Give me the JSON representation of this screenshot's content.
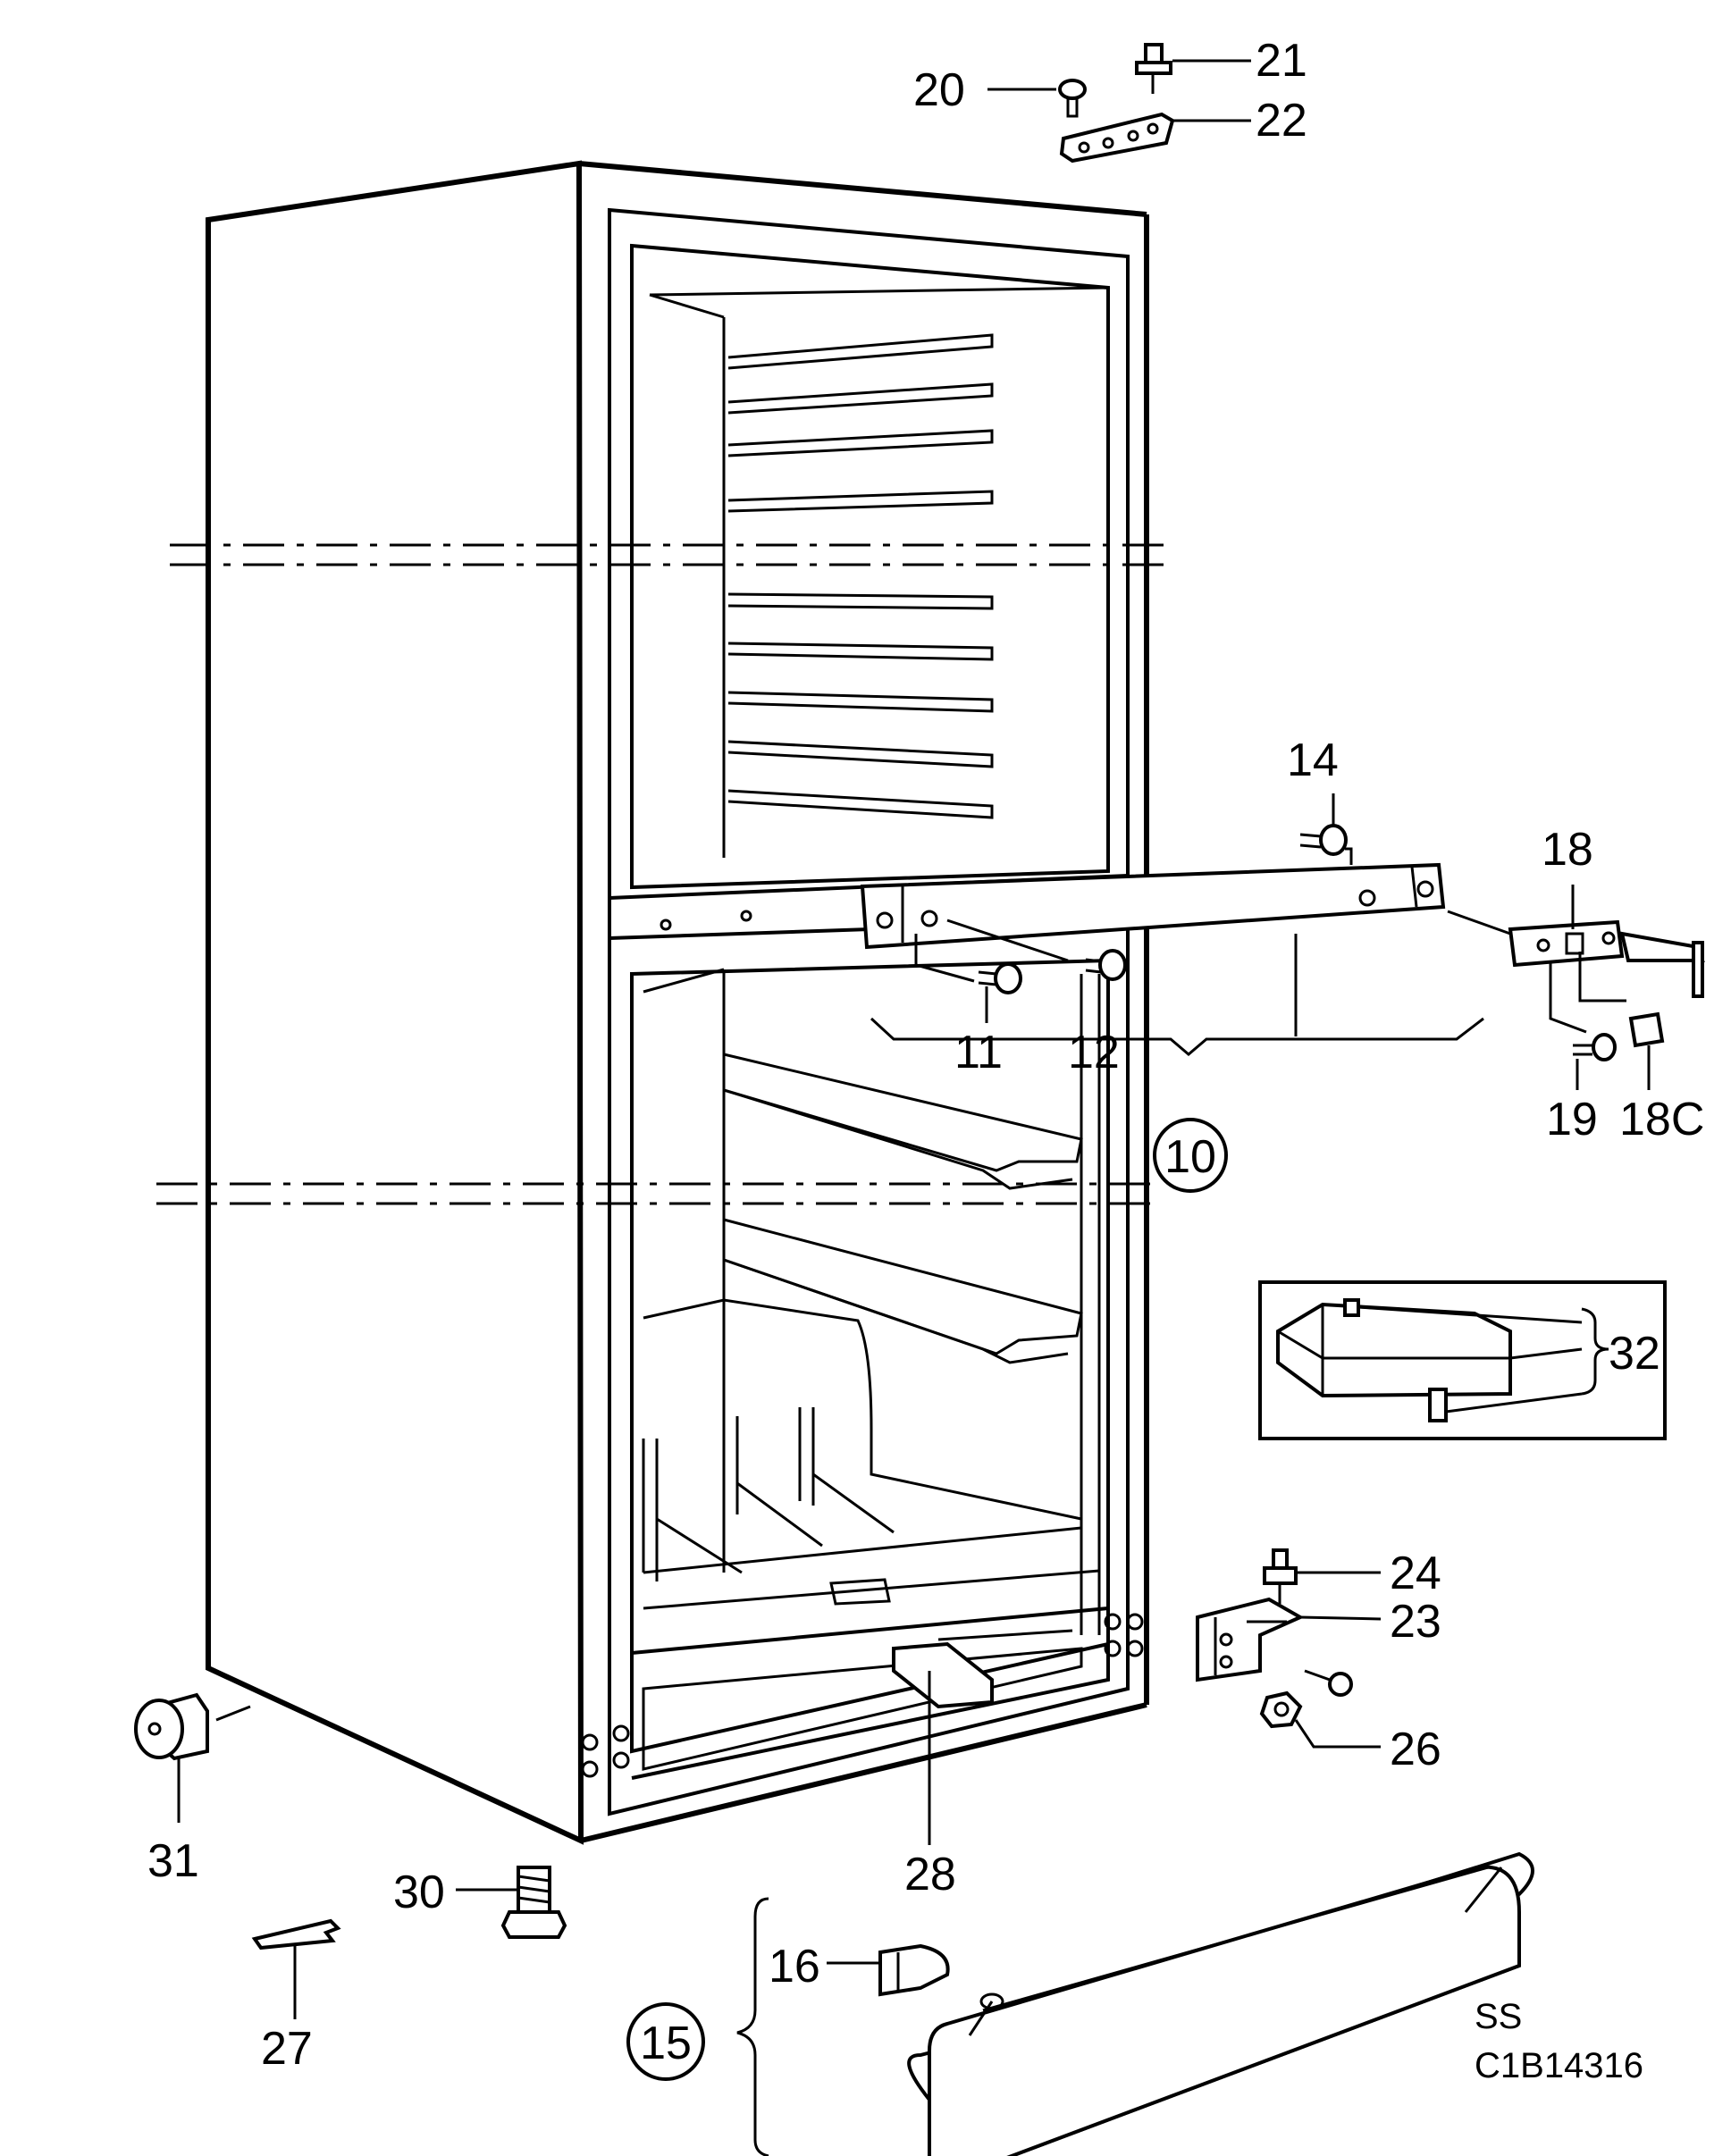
{
  "callouts": {
    "c10": "10",
    "c11": "11",
    "c12": "12",
    "c14": "14",
    "c15": "15",
    "c16": "16",
    "c18": "18",
    "c18C": "18C",
    "c19": "19",
    "c20": "20",
    "c21": "21",
    "c22": "22",
    "c23": "23",
    "c24": "24",
    "c26": "26",
    "c27": "27",
    "c28": "28",
    "c30": "30",
    "c31": "31",
    "c32": "32"
  },
  "footer": {
    "code": "SS",
    "drawing_number": "C1B14316"
  }
}
